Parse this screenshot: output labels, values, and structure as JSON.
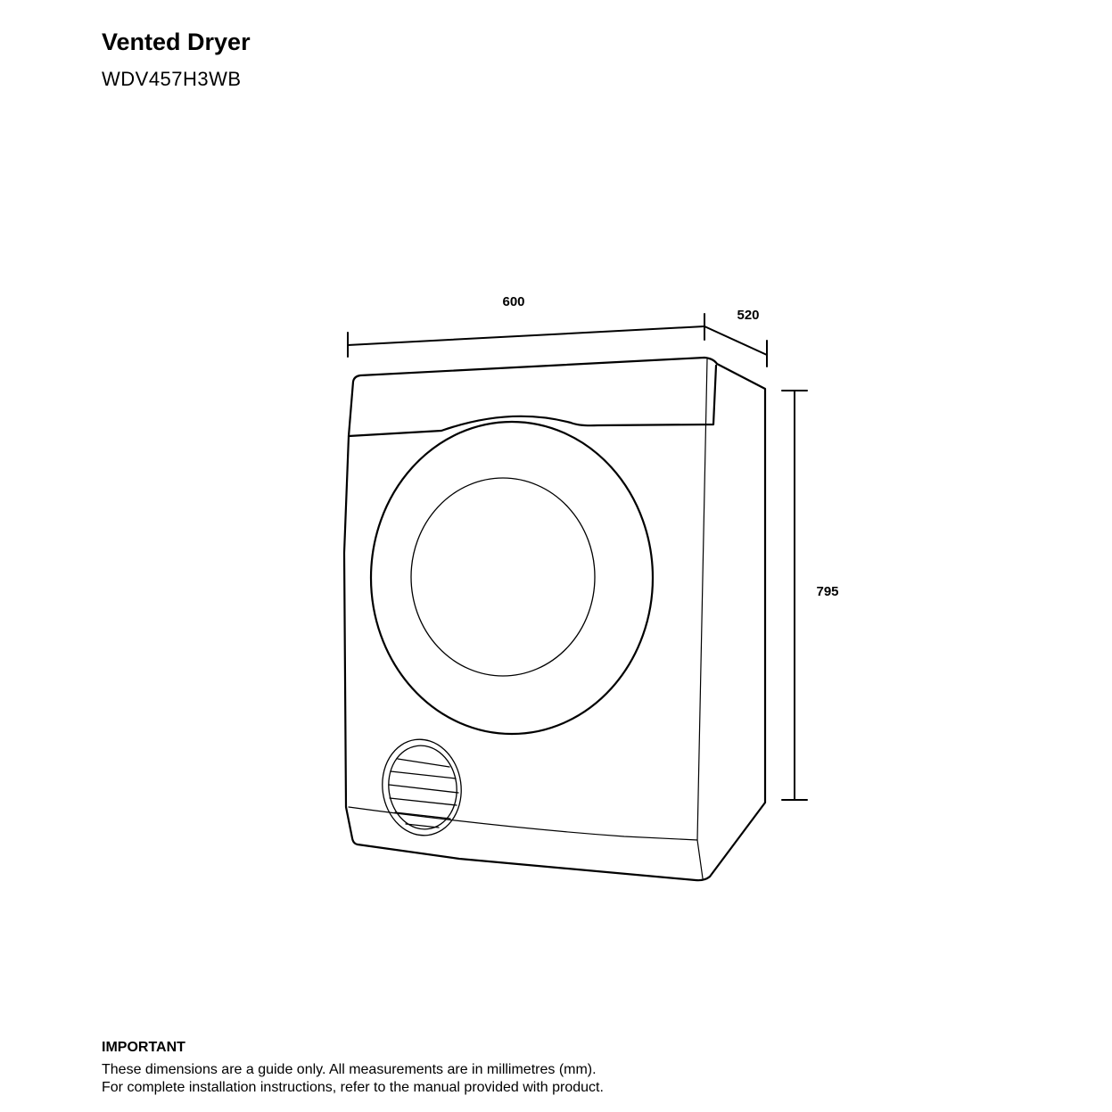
{
  "header": {
    "title": "Vented Dryer",
    "model": "WDV457H3WB"
  },
  "dimensions": {
    "width": "600",
    "depth": "520",
    "height": "795"
  },
  "footer": {
    "heading": "IMPORTANT",
    "lines": [
      "These dimensions are a guide only. All measurements are in millimetres (mm).",
      "For complete installation instructions, refer to the manual provided with product."
    ]
  },
  "colors": {
    "line": "#000000",
    "background": "#ffffff"
  }
}
